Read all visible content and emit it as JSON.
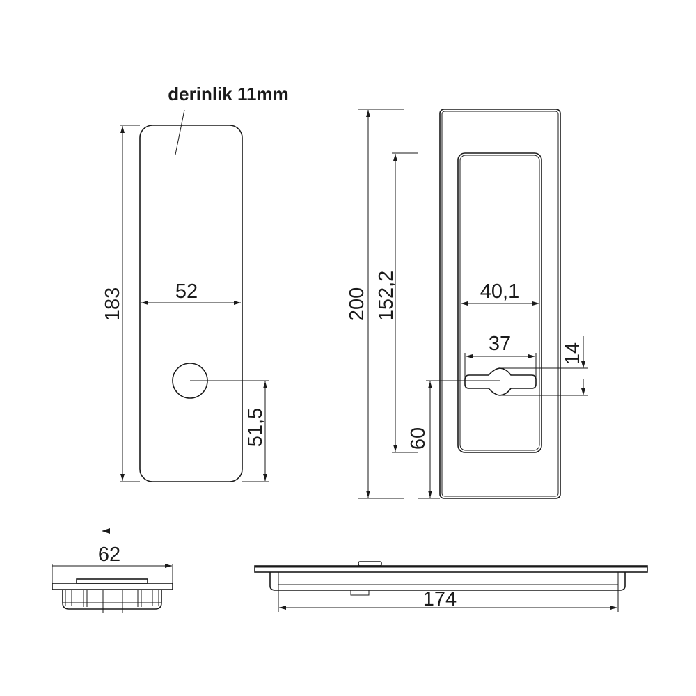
{
  "drawing": {
    "note": "derinlik 11mm",
    "front_cutout": {
      "height": "183",
      "width": "52",
      "hole_offset": "51,5"
    },
    "front_plate": {
      "height": "200",
      "window_height": "152,2",
      "window_width": "40,1",
      "slot_width": "37",
      "slot_height": "14",
      "slot_offset": "60"
    },
    "side_view": {
      "width": "62"
    },
    "top_view": {
      "length": "174"
    }
  }
}
